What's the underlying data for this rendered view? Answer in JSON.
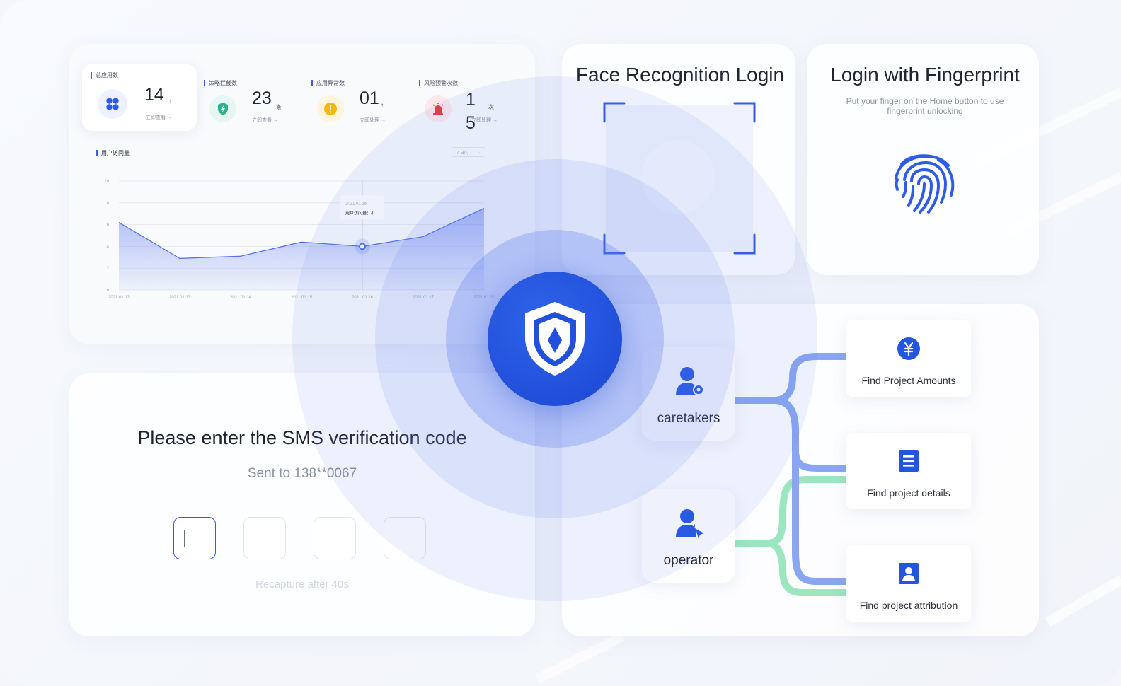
{
  "dashboard": {
    "stats": [
      {
        "label": "总应用数",
        "value": "14",
        "unit": "个",
        "link": "立即查看 →"
      },
      {
        "label": "策略拦截数",
        "value": "23",
        "unit": "条",
        "link": "立即查看 →"
      },
      {
        "label": "应用异常数",
        "value": "01",
        "unit": "个",
        "link": "立即处理 →"
      },
      {
        "label": "风险预警次数",
        "value": "15",
        "unit": "次",
        "link": "立即处理 →"
      }
    ],
    "chart_title": "用户访问量",
    "range_select": "7 日内",
    "tooltip_date": "2021.01.16",
    "tooltip_text": "用户访问量：4"
  },
  "chart_data": {
    "type": "area",
    "title": "用户访问量",
    "x": [
      "2021.01.12",
      "2021.01.13",
      "2021.01.14",
      "2021.01.15",
      "2021.01.16",
      "2021.01.17",
      "2021.01.18"
    ],
    "values": [
      6.2,
      2.9,
      3.1,
      4.4,
      4,
      4.9,
      7.5
    ],
    "yticks": [
      0,
      2,
      4,
      6,
      8,
      10
    ],
    "ylim": [
      0,
      10
    ],
    "grid": true,
    "highlight_index": 4,
    "color": "#4f6ef0"
  },
  "sms": {
    "title": "Please enter the SMS verification code",
    "sent_to": "Sent to 138**0067",
    "hint": "Recapture after 40s"
  },
  "face": {
    "title": "Face Recognition Login"
  },
  "fingerprint": {
    "title": "Login with Fingerprint",
    "subtitle": "Put your finger on the Home button to use fingerprint unlocking"
  },
  "roles": {
    "caretakers": "caretakers",
    "operator": "operator"
  },
  "actions": {
    "amounts": "Find Project Amounts",
    "details": "Find project details",
    "attribution": "Find project attribution"
  },
  "colors": {
    "primary": "#1f4fd8",
    "accent_blue": "#2f5be6",
    "green_line": "#8fe0b4",
    "blue_line": "#8aa6f2"
  }
}
